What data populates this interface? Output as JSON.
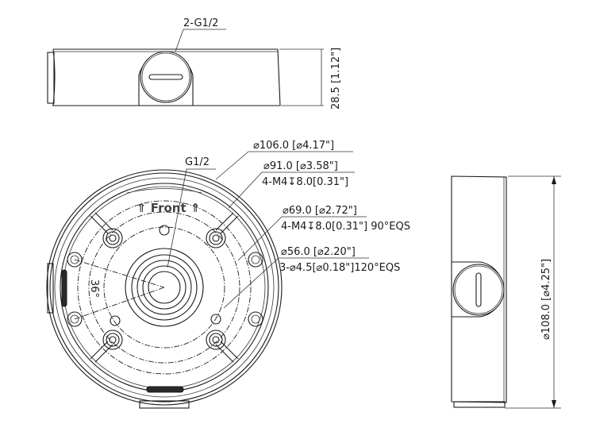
{
  "top_view": {
    "port_label": "2-G1/2",
    "height_dim": "28.5 [1.12\"]"
  },
  "front_view": {
    "inlet_label": "G1/2",
    "front_marker": "⇑ Front ⇑",
    "angle_label": "36°",
    "callouts": [
      {
        "line1": "⌀106.0 [⌀4.17\"]",
        "line2": ""
      },
      {
        "line1": "⌀91.0 [⌀3.58\"]",
        "line2": "4-M4↧8.0[0.31\"]"
      },
      {
        "line1": "⌀69.0 [⌀2.72\"]",
        "line2": "4-M4↧8.0[0.31\"] 90°EQS"
      },
      {
        "line1": "⌀56.0 [⌀2.20\"]",
        "line2": "3-⌀4.5[⌀0.18\"]120°EQS"
      }
    ]
  },
  "side_view": {
    "diameter_dim": "⌀108.0 [⌀4.25\"]"
  },
  "colors": {
    "line": "#1a1a1a",
    "background": "#ffffff"
  }
}
